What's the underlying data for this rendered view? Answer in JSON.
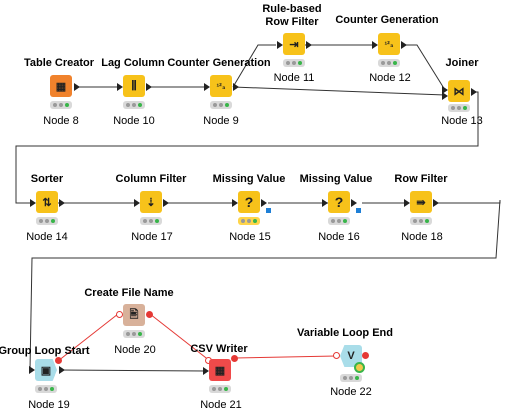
{
  "workflow": {
    "nodes": [
      {
        "id": "table_creator",
        "title": "Table Creator",
        "label": "Node 8",
        "color": "#f0822c",
        "glyph": "▦"
      },
      {
        "id": "lag_column",
        "title": "Lag Column",
        "label": "Node 10",
        "color": "#f7c21a",
        "glyph": "⫼"
      },
      {
        "id": "counter_generation_9",
        "title": "Counter Generation",
        "label": "Node 9",
        "color": "#f7c21a",
        "glyph": "¹²₃"
      },
      {
        "id": "rule_based_row_filter",
        "title": "Rule-based Row Filter",
        "label": "Node 11",
        "color": "#f7c21a",
        "glyph": "⇥"
      },
      {
        "id": "counter_generation_12",
        "title": "Counter Generation",
        "label": "Node 12",
        "color": "#f7c21a",
        "glyph": "¹²₃"
      },
      {
        "id": "joiner",
        "title": "Joiner",
        "label": "Node 13",
        "color": "#f7c21a",
        "glyph": "⋈"
      },
      {
        "id": "sorter",
        "title": "Sorter",
        "label": "Node 14",
        "color": "#f7c21a",
        "glyph": "⇅"
      },
      {
        "id": "column_filter",
        "title": "Column Filter",
        "label": "Node 17",
        "color": "#f7c21a",
        "glyph": "⇣"
      },
      {
        "id": "missing_value_15",
        "title": "Missing Value",
        "label": "Node 15",
        "color": "#f7c21a",
        "glyph": "?"
      },
      {
        "id": "missing_value_16",
        "title": "Missing Value",
        "label": "Node 16",
        "color": "#f7c21a",
        "glyph": "?"
      },
      {
        "id": "row_filter",
        "title": "Row Filter",
        "label": "Node 18",
        "color": "#f7c21a",
        "glyph": "⇛"
      },
      {
        "id": "create_file_name",
        "title": "Create File Name",
        "label": "Node 20",
        "color": "#d8b19a",
        "glyph": "🖹"
      },
      {
        "id": "group_loop_start",
        "title": "Group Loop Start",
        "label": "Node 19",
        "color": "#a9dde9",
        "glyph": "▣"
      },
      {
        "id": "csv_writer",
        "title": "CSV Writer",
        "label": "Node 21",
        "color": "#f04a4a",
        "glyph": "▦"
      },
      {
        "id": "variable_loop_end",
        "title": "Variable Loop End",
        "label": "Node 22",
        "color": "#a9dde9",
        "glyph": "V"
      }
    ]
  }
}
